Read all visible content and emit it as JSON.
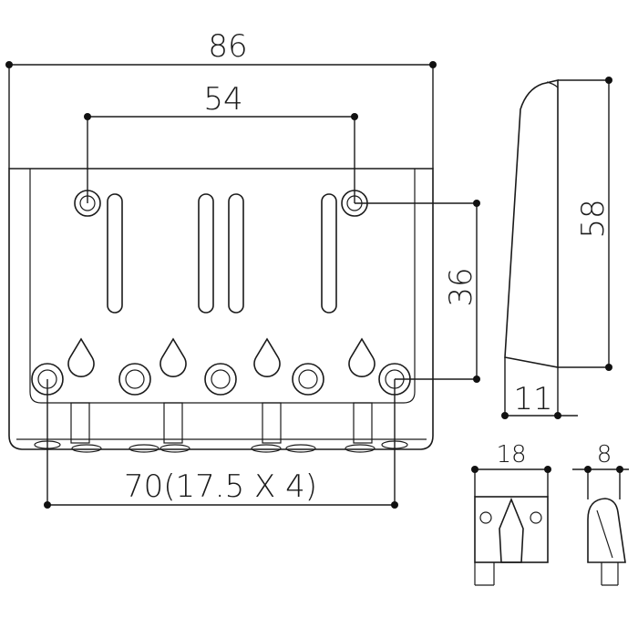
{
  "dimensions": {
    "overall_width": "86",
    "mount_hole_spacing": "54",
    "hole_vertical_spacing": "36",
    "string_spacing": "70(17.5 X 4)",
    "side_height": "58",
    "side_depth": "11",
    "saddle_width": "18",
    "saddle_depth": "8"
  }
}
